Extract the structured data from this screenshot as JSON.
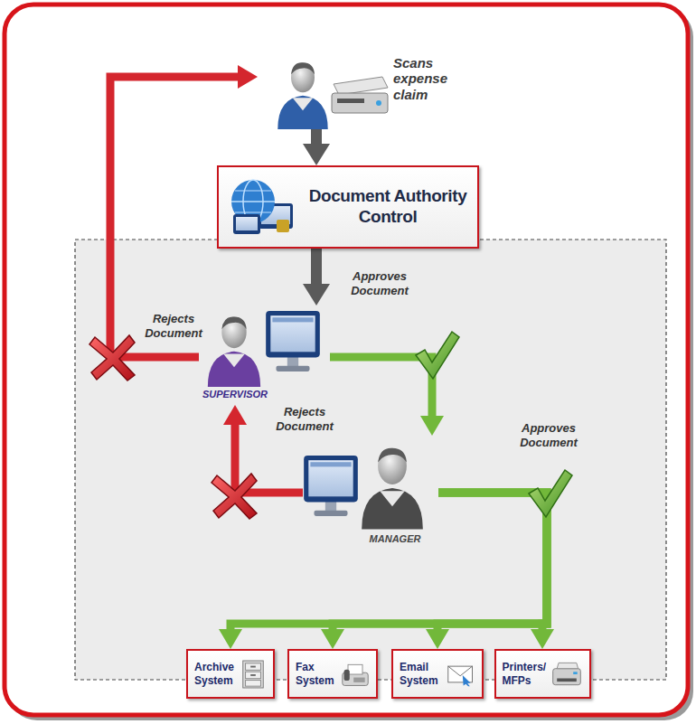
{
  "diagram": {
    "nodes": [
      {
        "text": [
          "Scans expense claim"
        ]
      },
      {
        "text": [
          "Document Authority Control"
        ]
      },
      {
        "text": [
          "SUPERVISOR"
        ]
      },
      {
        "text": [
          "MANAGER"
        ]
      },
      {
        "text": [
          "Archive System"
        ]
      },
      {
        "text": [
          "Fax System"
        ]
      },
      {
        "text": [
          "Email System"
        ]
      },
      {
        "text": [
          "Printers/ MFPs"
        ]
      }
    ],
    "edges": [
      {
        "from": 0,
        "to": 1,
        "arrow": "to"
      },
      {
        "from": 1,
        "to": 2,
        "arrow": "to"
      },
      {
        "from": 2,
        "to": 0,
        "label": "Rejects Document",
        "arrow": "to"
      },
      {
        "from": 2,
        "to": 3,
        "label": "Approves Document",
        "arrow": "to"
      },
      {
        "from": 3,
        "to": 2,
        "label": "Rejects Document",
        "arrow": "to"
      },
      {
        "from": 3,
        "to": 4,
        "label": "Approves Document",
        "arrow": "to"
      },
      {
        "from": 3,
        "to": 5,
        "arrow": "to"
      },
      {
        "from": 3,
        "to": 6,
        "arrow": "to"
      },
      {
        "from": 3,
        "to": 7,
        "arrow": "to"
      }
    ]
  }
}
